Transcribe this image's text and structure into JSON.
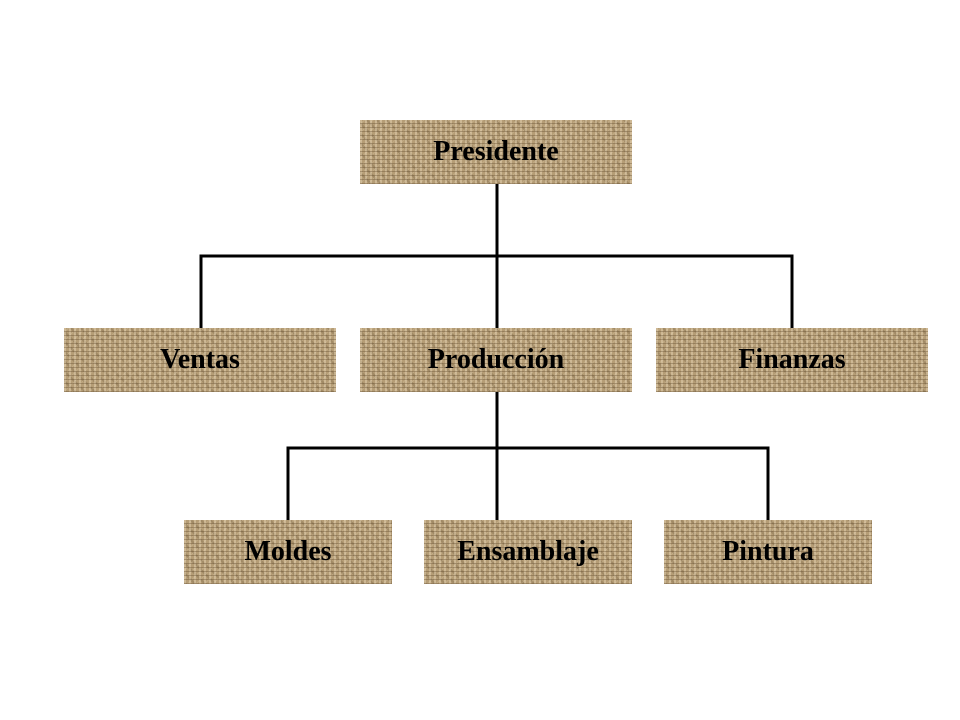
{
  "org_chart": {
    "root": {
      "label": "Presidente"
    },
    "departments": [
      {
        "label": "Ventas"
      },
      {
        "label": "Producción"
      },
      {
        "label": "Finanzas"
      }
    ],
    "production_units": [
      {
        "label": "Moldes"
      },
      {
        "label": "Ensamblaje"
      },
      {
        "label": "Pintura"
      }
    ]
  },
  "colors": {
    "node_fill": "#b59d76",
    "connector": "#000000",
    "background": "#ffffff"
  }
}
